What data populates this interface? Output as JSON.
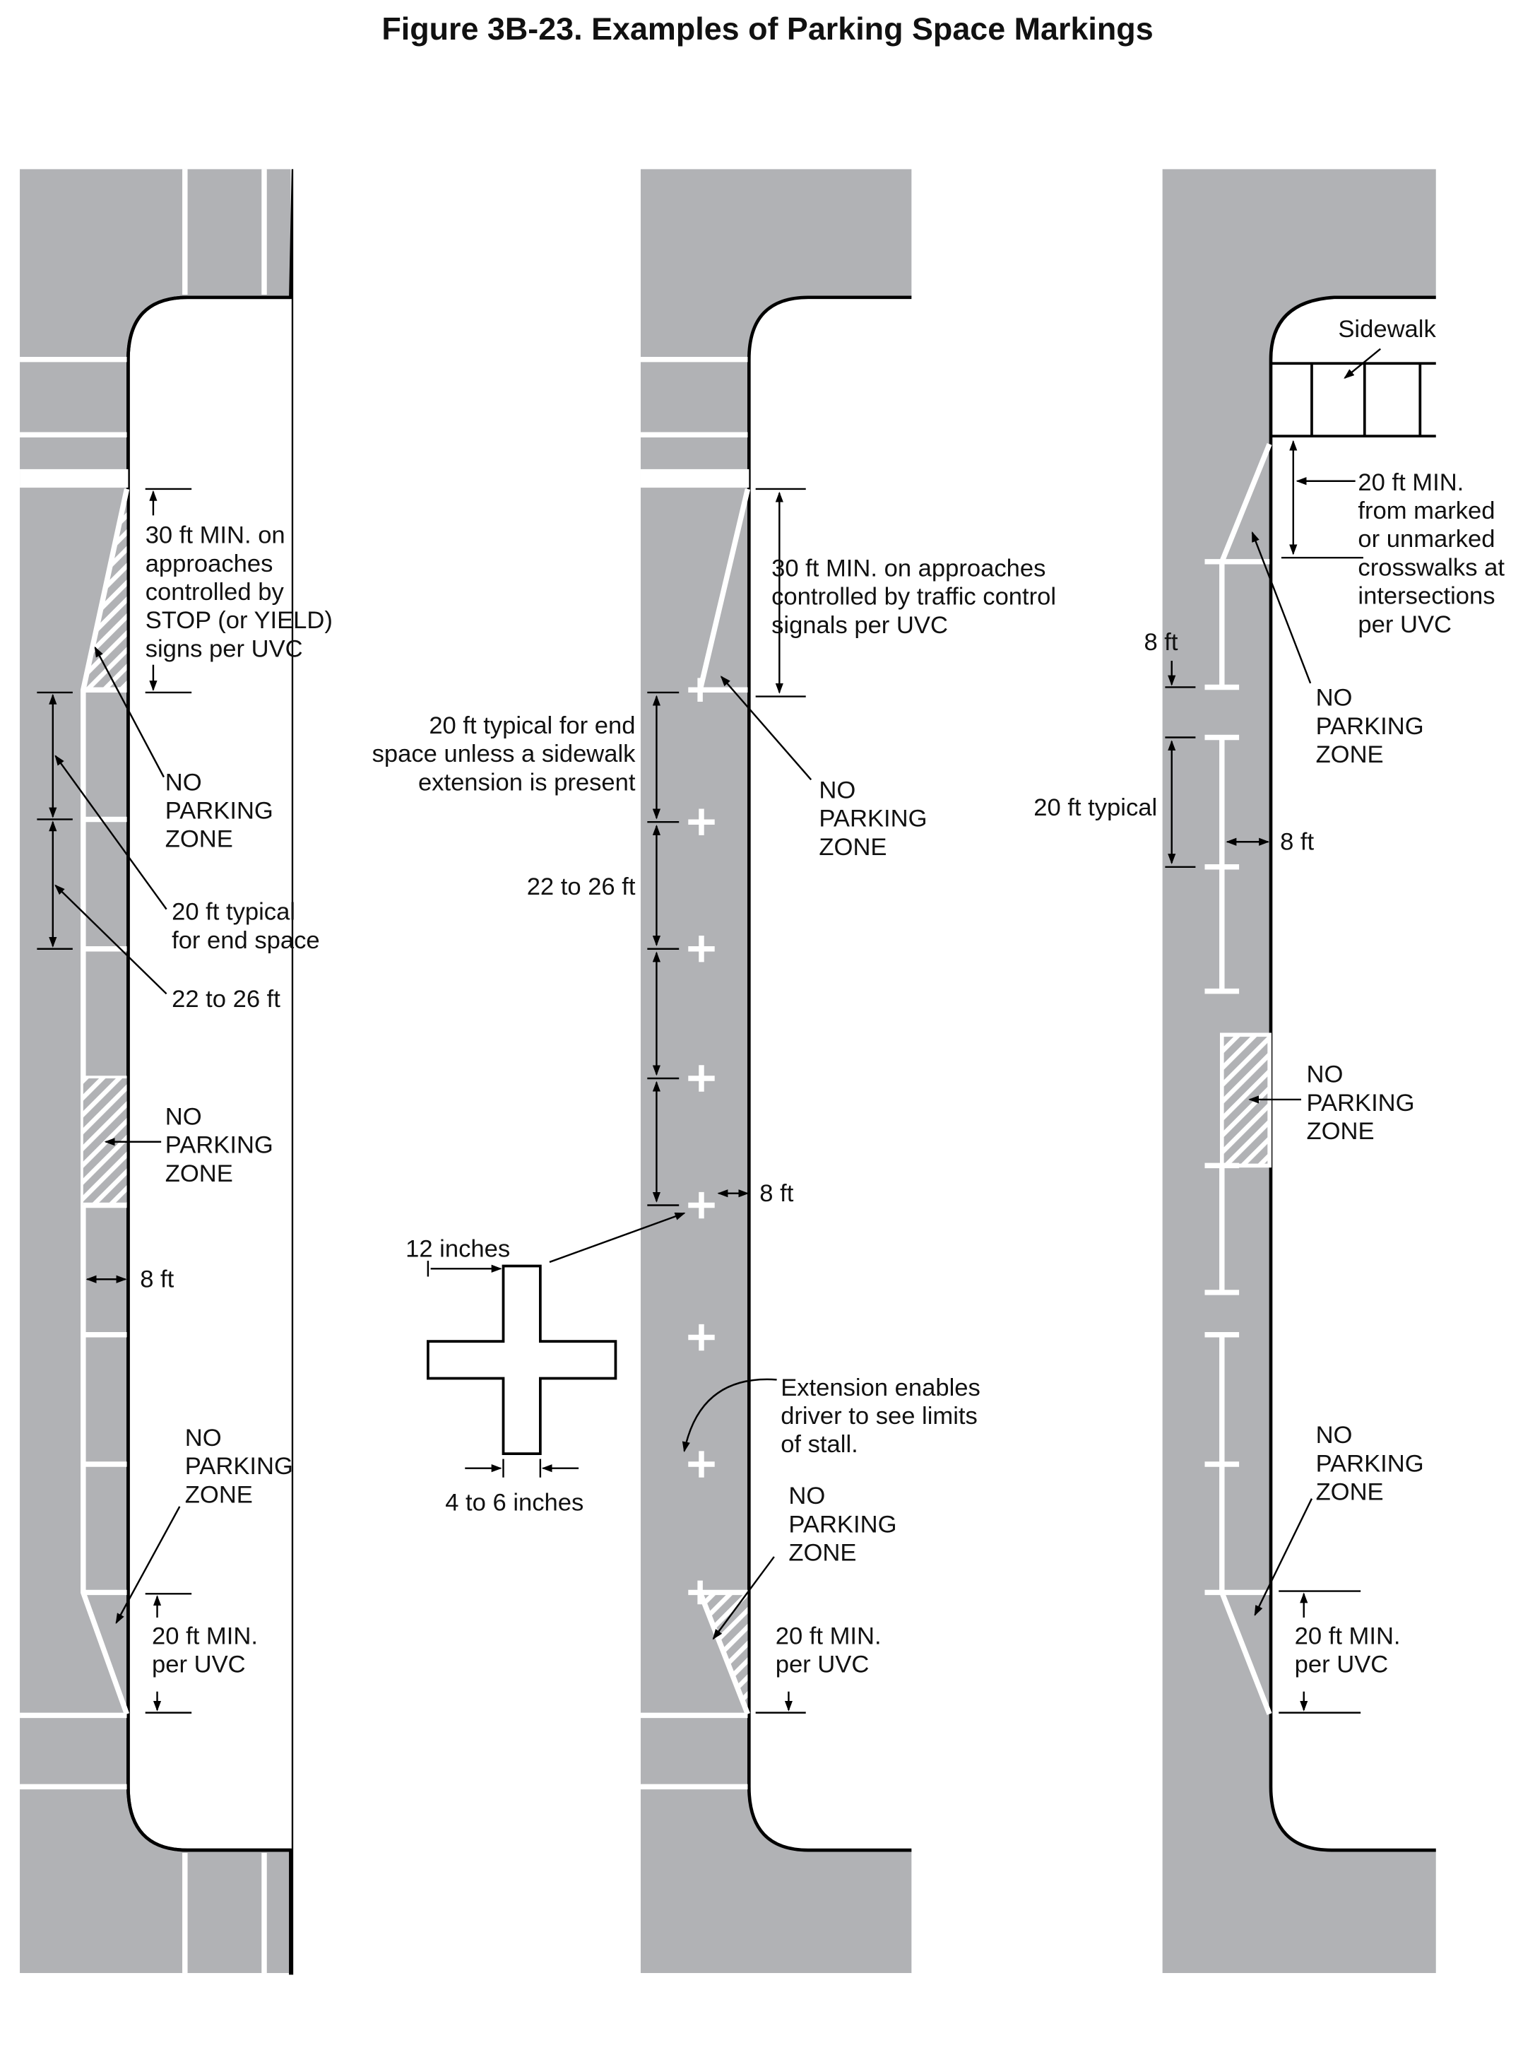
{
  "title": "Figure 3B-23.  Examples of Parking Space Markings",
  "colors": {
    "pavement": "#b1b2b5",
    "marking": "#ffffff",
    "curb": "#000000"
  },
  "left": {
    "approach_note": [
      "30 ft MIN. on",
      "approaches",
      "controlled by",
      "STOP (or YIELD)",
      "signs per UVC"
    ],
    "no_parking_1": [
      "NO",
      "PARKING",
      "ZONE"
    ],
    "end_space": [
      "20 ft typical",
      "for end space"
    ],
    "space_length": "22 to 26 ft",
    "no_parking_2": [
      "NO",
      "PARKING",
      "ZONE"
    ],
    "width": "8 ft",
    "no_parking_3": [
      "NO",
      "PARKING",
      "ZONE"
    ],
    "min_20": [
      "20 ft MIN.",
      "per UVC"
    ]
  },
  "middle": {
    "approach_note": [
      "30 ft MIN. on approaches",
      "controlled by traffic control",
      "signals per UVC"
    ],
    "end_space": [
      "20 ft typical for end",
      "space unless a sidewalk",
      "extension is present"
    ],
    "no_parking_1": [
      "NO",
      "PARKING",
      "ZONE"
    ],
    "space_length": "22 to 26 ft",
    "width": "8 ft",
    "cross_width": "12 inches",
    "cross_stroke": "4 to 6 inches",
    "extension_note": [
      "Extension enables",
      "driver to see limits",
      "of stall."
    ],
    "no_parking_2": [
      "NO",
      "PARKING",
      "ZONE"
    ],
    "min_20": [
      "20 ft MIN.",
      "per UVC"
    ]
  },
  "right": {
    "sidewalk": "Sidewalk",
    "crosswalk_note": [
      "20 ft MIN.",
      "from marked",
      "or unmarked",
      "crosswalks at",
      "intersections",
      "per UVC"
    ],
    "gap": "8 ft",
    "no_parking_1": [
      "NO",
      "PARKING",
      "ZONE"
    ],
    "typical": "20 ft typical",
    "width": "8 ft",
    "no_parking_2": [
      "NO",
      "PARKING",
      "ZONE"
    ],
    "no_parking_3": [
      "NO",
      "PARKING",
      "ZONE"
    ],
    "min_20": [
      "20 ft MIN.",
      "per UVC"
    ]
  }
}
